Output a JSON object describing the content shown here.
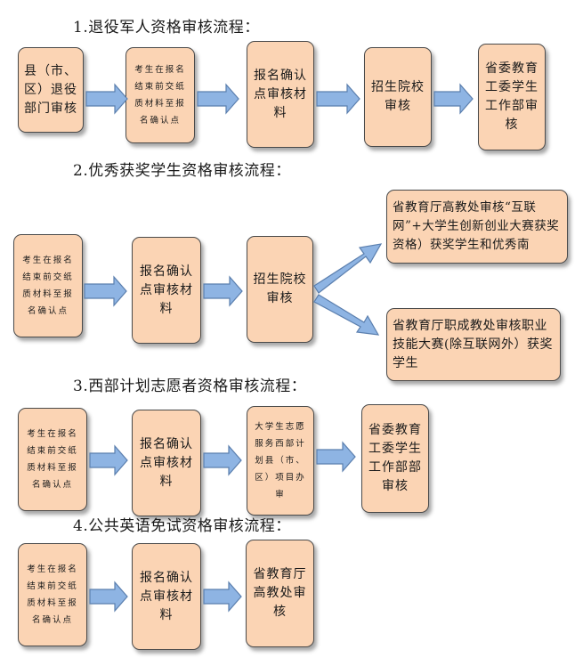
{
  "sections": [
    {
      "heading": "1.退役军人资格审核流程：",
      "boxes": [
        "县（市、区）退役部门审核",
        "考生在报名结束前交纸质材料至报名确认点",
        "报名确认点审核材料",
        "招生院校审核",
        "省委教育工委学生工作部审核"
      ]
    },
    {
      "heading": "2.优秀获奖学生资格审核流程：",
      "boxes": [
        "考生在报名结束前交纸质材料至报名确认点",
        "报名确认点审核材料",
        "招生院校审核",
        "省教育厅高教处审核“互联网”+大学生创新创业大赛获奖资格）获奖学生和优秀南",
        "省教育厅职成教处审核职业技能大赛(除互联网外）获奖学生"
      ]
    },
    {
      "heading": "3.西部计划志愿者资格审核流程：",
      "boxes": [
        "考生在报名结束前交纸质材料至报名确认点",
        "报名确认点审核材料",
        "大学生志愿服务西部计划县（市、区）项目办审",
        "省委教育工委学生工作部部审核"
      ]
    },
    {
      "heading": "4.公共英语免试资格审核流程：",
      "boxes": [
        "考生在报名结束前交纸质材料至报名确认点",
        "报名确认点审核材料",
        "省教育厅高教处审核"
      ]
    }
  ],
  "colors": {
    "box_fill": "#fbd4b4",
    "arrow_fill": "#8eb4e3"
  }
}
